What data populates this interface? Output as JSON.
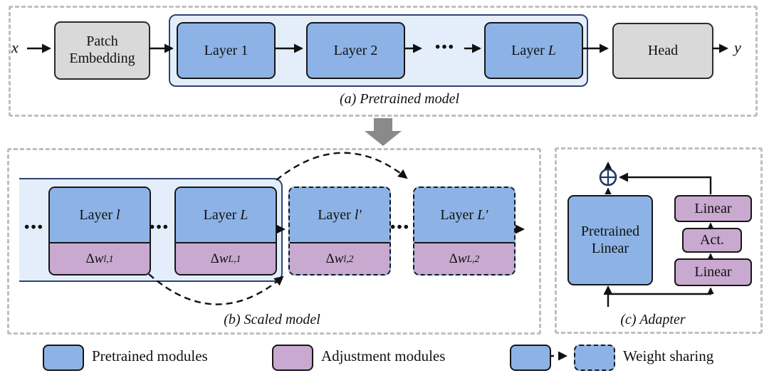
{
  "figure": {
    "colors": {
      "pretrained_fill": "#8db3e6",
      "adjustment_fill": "#c9a9d0",
      "container_fill": "#e4eefb",
      "container_border": "#2e4372",
      "head_patch_fill": "#d9d9d9",
      "panel_dash_border": "#bfbfbf",
      "block_arrow_gray": "#8a8a8a",
      "oplus_navy": "#1f3864"
    },
    "panel_a": {
      "caption": "(a) Pretrained model",
      "input_label": "x",
      "output_label": "y",
      "patch_embedding": {
        "line1": "Patch",
        "line2": "Embedding"
      },
      "layers": [
        {
          "prefix": "Layer",
          "var": "1"
        },
        {
          "prefix": "Layer",
          "var": "2"
        },
        {
          "prefix": "Layer",
          "var": "L"
        }
      ],
      "dots": "•••",
      "head_label": "Head"
    },
    "panel_b": {
      "caption": "(b) Scaled model",
      "dots": "•••",
      "blocks": [
        {
          "prefix": "Layer",
          "var": "l",
          "delta": "Δ",
          "w": "w",
          "sub": "l,1"
        },
        {
          "prefix": "Layer",
          "var": "L",
          "delta": "Δ",
          "w": "w",
          "sub": "L,1"
        },
        {
          "prefix": "Layer",
          "var": "l′",
          "delta": "Δ",
          "w": "w",
          "sub": "l,2"
        },
        {
          "prefix": "Layer",
          "var": "L′",
          "delta": "Δ",
          "w": "w",
          "sub": "L,2"
        }
      ]
    },
    "panel_c": {
      "caption": "(c) Adapter",
      "pretrained_linear": {
        "line1": "Pretrained",
        "line2": "Linear"
      },
      "linear_top": "Linear",
      "act_label": "Act.",
      "linear_bottom": "Linear"
    },
    "legend": {
      "pretrained": "Pretrained modules",
      "adjustment": "Adjustment modules",
      "weight_sharing": "Weight sharing"
    }
  }
}
